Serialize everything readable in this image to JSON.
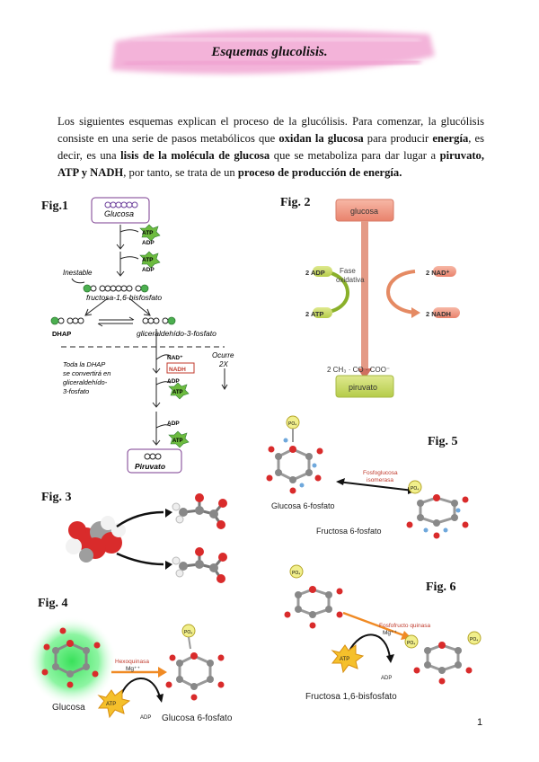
{
  "title": "Esquemas glucolisis.",
  "intro": {
    "p1": "Los siguientes esquemas explican el proceso de la glucólisis. Para comenzar, la glucólisis consiste en una serie de pasos metabólicos que ",
    "b1": "oxidan la glucosa",
    "p2": " para producir ",
    "b2": "energía",
    "p3": ", es decir, es una ",
    "b3": "lisis de la molécula de glucosa",
    "p4": " que se metaboliza para dar lugar a ",
    "b4": "piruvato, ATP y NADH",
    "p5": ", por tanto, se trata de un ",
    "b5": "proceso de producción de energía."
  },
  "fig1": {
    "label": "Fig.1",
    "glucosa": "Glucosa",
    "atp": "ATP",
    "adp": "ADP",
    "inestable": "Inestable",
    "fructosa": "fructosa-1,6-bisfosfato",
    "p": "P",
    "dhap": "DHAP",
    "gliceraldehido": "gliceraldehído-3-fosfato",
    "note": [
      "Toda la DHAP",
      "se convertirá en",
      "gliceraldehído-",
      "3-fosfato"
    ],
    "nad": "NAD⁺",
    "nadh": "NADH",
    "ocurre": [
      "Ocurre",
      "2X"
    ],
    "piruvato": "Piruvato"
  },
  "fig2": {
    "label": "Fig. 2",
    "glucosa": "glucosa",
    "fase": [
      "Fase",
      "oxidativa"
    ],
    "adp": "2 ADP",
    "atp": "2 ATP",
    "nad": "2 NAD⁺",
    "nadh": "2 NADH",
    "formula": "2 CH₃ · CO · COO⁻",
    "piruvato": "piruvato"
  },
  "fig3": {
    "label": "Fig. 3"
  },
  "fig4": {
    "label": "Fig. 4",
    "glucosa": "Glucosa",
    "enzyme": [
      "Hexoquinasa",
      "Mg⁺⁺"
    ],
    "atp": "ATP",
    "adp": "ADP",
    "product": "Glucosa 6-fosfato"
  },
  "fig5": {
    "label": "Fig. 5",
    "enzyme": [
      "Fosfoglucosa",
      "isomerasa"
    ],
    "left": "Glucosa 6-fosfato",
    "right": "Fructosa 6-fosfato"
  },
  "fig6": {
    "label": "Fig. 6",
    "enzyme": [
      "Fosfofructo quinasa",
      "Mg⁺⁺"
    ],
    "atp": "ATP",
    "adp": "ADP",
    "product": "Fructosa 1,6-bisfosfato"
  },
  "page_number": "1",
  "colors": {
    "banner": "#f3b3d9",
    "arrow_orange": "#f08a24",
    "atom_red": "#d92b2b",
    "atom_gray": "#888888",
    "fig2_box": "#f2a08c",
    "fig2_green": "#c9dc6c"
  }
}
